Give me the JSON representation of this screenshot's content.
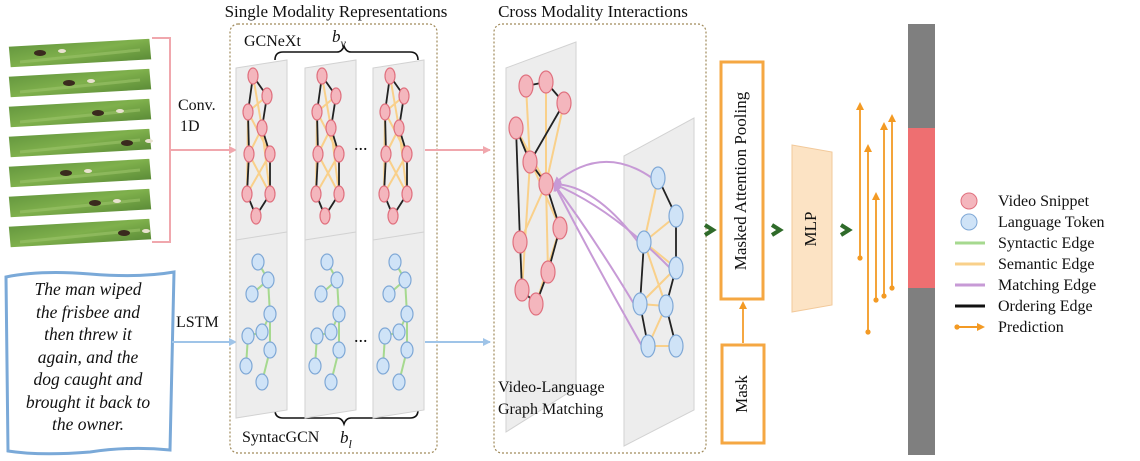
{
  "sections": {
    "single_modality": "Single Modality Representations",
    "cross_modality": "Cross Modality Interactions"
  },
  "labels": {
    "conv": "Conv.",
    "conv2": "1D",
    "lstm": "LSTM",
    "gcnext": "GCNeXt",
    "b_v": "b",
    "b_v_sub": "v",
    "syntacgcn": "SyntacGCN",
    "b_l": "b",
    "b_l_sub": "l",
    "ellipsis": "...",
    "vlgm_line1": "Video-Language",
    "vlgm_line2": "Graph Matching",
    "masked_attention_pooling": "Masked Attention Pooling",
    "mask": "Mask",
    "mlp": "MLP"
  },
  "query": "The man wiped\nthe frisbee and\nthen threw it\nagain, and the\ndog caught and\nbrought it back to\nthe owner.",
  "legend": [
    {
      "label": "Video Snippet",
      "kind": "node",
      "color": "#f4b6bd",
      "stroke": "#e0707e"
    },
    {
      "label": "Language Token",
      "kind": "node",
      "color": "#cfe3f7",
      "stroke": "#7fa8d6"
    },
    {
      "label": "Syntactic Edge",
      "kind": "line",
      "color": "#a6d98f"
    },
    {
      "label": "Semantic Edge",
      "kind": "line",
      "color": "#f9d08a"
    },
    {
      "label": "Matching Edge",
      "kind": "line",
      "color": "#c79ad6"
    },
    {
      "label": "Ordering Edge",
      "kind": "line",
      "color": "#111111"
    },
    {
      "label": "Prediction",
      "kind": "arrow",
      "color": "#f39a24"
    }
  ],
  "colors": {
    "video_node_fill": "#f4b6bd",
    "video_node_stroke": "#e0707e",
    "lang_node_fill": "#cfe3f7",
    "lang_node_stroke": "#7fa8d6",
    "syntactic_edge": "#a6d98f",
    "semantic_edge": "#f9d08a",
    "matching_edge": "#c79ad6",
    "ordering_edge": "#222222",
    "prediction": "#f39a24",
    "video_flow": "#f0a7ad",
    "lang_flow": "#9fc4e8",
    "pool_box": "#f5a742",
    "mlp_fill": "#fce3c4",
    "bar_gray": "#7f7f7f",
    "bar_red": "#ee6f71",
    "chevron": "#2f6b2a",
    "query_border": "#7aa9d8"
  }
}
